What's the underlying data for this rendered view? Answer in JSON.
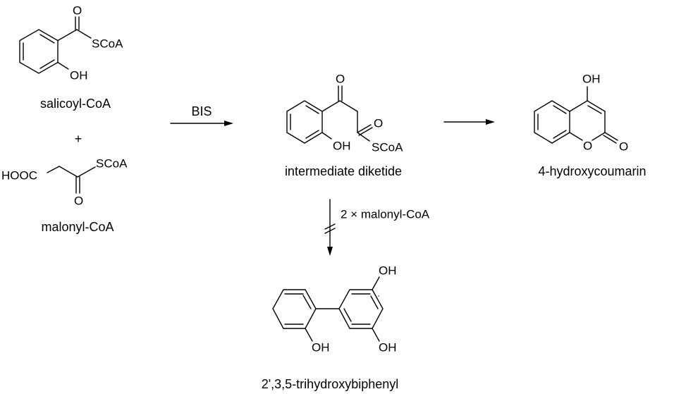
{
  "compounds": {
    "salicoyl": {
      "name": "salicoyl-CoA",
      "atoms": {
        "o": "O",
        "scoa": "SCoA",
        "oh": "OH"
      }
    },
    "plus": "+",
    "malonyl": {
      "name": "malonyl-CoA",
      "atoms": {
        "hooc": "HOOC",
        "scoa": "SCoA",
        "o": "O"
      }
    },
    "diketide": {
      "name": "intermediate diketide",
      "atoms": {
        "o1": "O",
        "o2": "O",
        "oh": "OH",
        "scoa": "SCoA"
      }
    },
    "coumarin": {
      "name": "4-hydroxycoumarin",
      "atoms": {
        "oh": "OH",
        "o_ring": "O",
        "o_carbonyl": "O"
      }
    },
    "biphenyl": {
      "name": "2',3,5-trihydroxybiphenyl",
      "atoms": {
        "oh_top": "OH",
        "oh_left": "OH",
        "oh_right": "OH"
      }
    }
  },
  "arrows": {
    "bis": {
      "label": "BIS"
    },
    "cyclization": {
      "label": ""
    },
    "blocked": {
      "label": "2 × malonyl-CoA"
    }
  }
}
